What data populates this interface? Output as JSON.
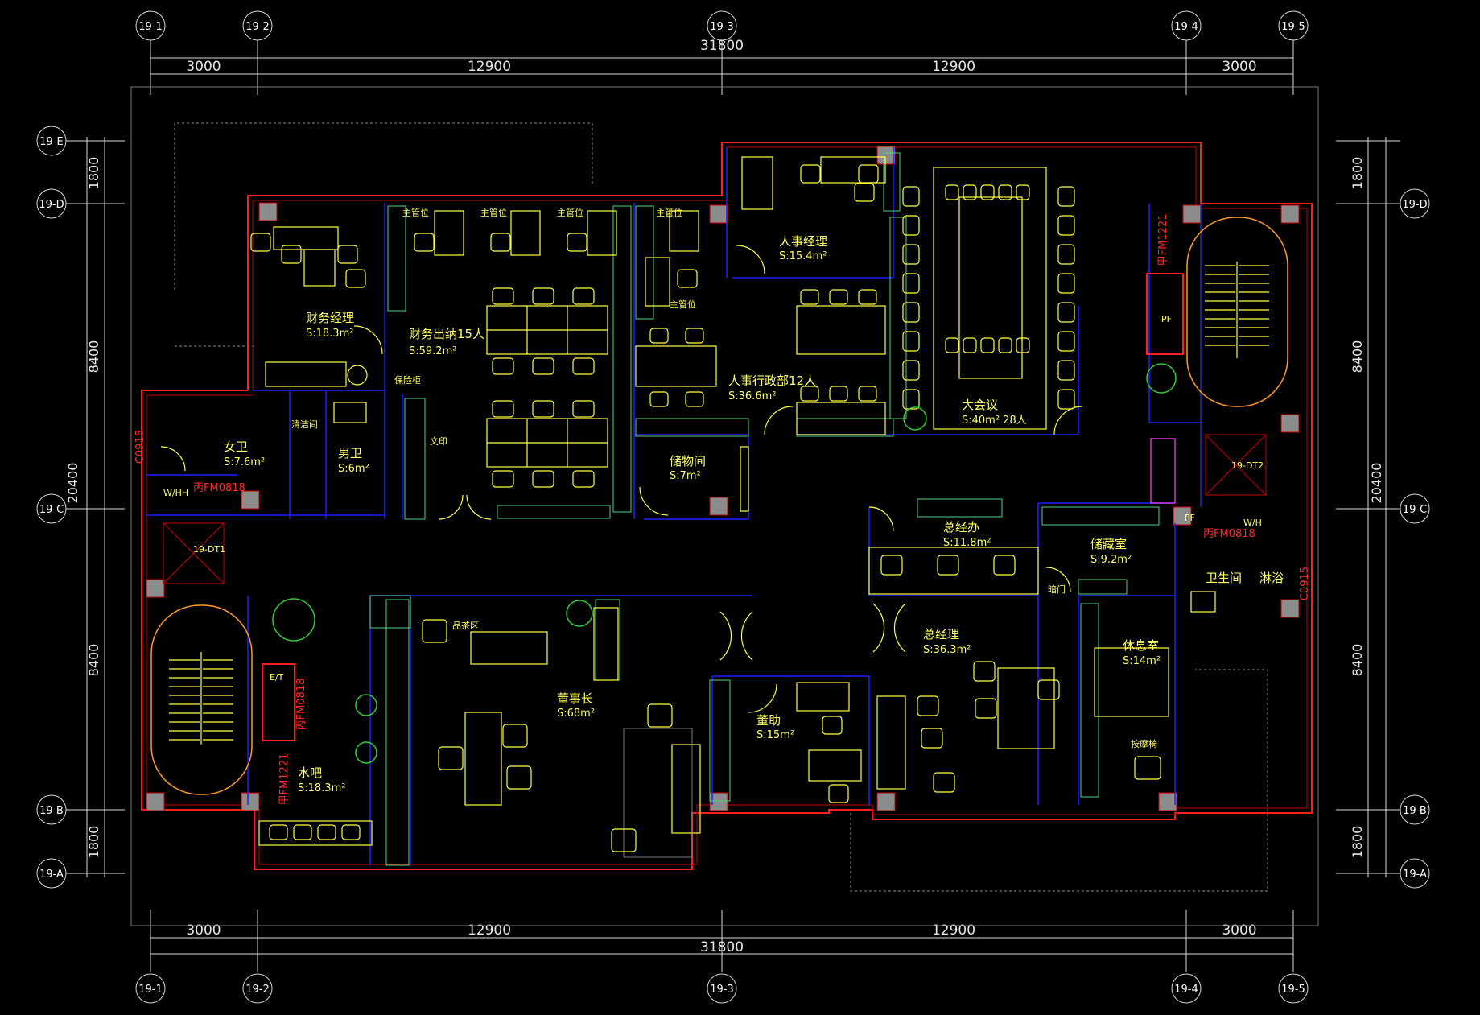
{
  "axes": {
    "columns": [
      "19-1",
      "19-2",
      "19-3",
      "19-4",
      "19-5"
    ],
    "rows_left": [
      "19-E",
      "19-D",
      "19-C",
      "19-B",
      "19-A"
    ],
    "rows_right": [
      "19-D",
      "19-C",
      "19-B",
      "19-A"
    ]
  },
  "dims": {
    "overall": "31800",
    "top": [
      "3000",
      "12900",
      "12900",
      "3000"
    ],
    "bottom": [
      "3000",
      "12900",
      "12900",
      "3000"
    ],
    "left": [
      "1800",
      "8400",
      "8400",
      "1800"
    ],
    "left_total": "20400",
    "right": [
      "1800",
      "8400",
      "8400",
      "1800"
    ],
    "right_total": "20400"
  },
  "rooms": {
    "finance_manager": {
      "name": "财务经理",
      "area": "S:18.3m²"
    },
    "finance_cashier": {
      "name": "财务出纳15人",
      "area": "S:59.2m²"
    },
    "hr_manager": {
      "name": "人事经理",
      "area": "S:15.4m²"
    },
    "hr_admin": {
      "name": "人事行政部12人",
      "area": "S:36.6m²"
    },
    "conference": {
      "name": "大会议",
      "area": "S:40m² 28人"
    },
    "storage": {
      "name": "储物间",
      "area": "S:7m²"
    },
    "womens_wc": {
      "name": "女卫",
      "area": "S:7.6m²"
    },
    "mens_wc": {
      "name": "男卫",
      "area": "S:6m²"
    },
    "gm_office": {
      "name": "总经办",
      "area": "S:11.8m²"
    },
    "store_room": {
      "name": "储藏室",
      "area": "S:9.2m²"
    },
    "bathroom": {
      "name": "卫生间"
    },
    "shower": {
      "name": "淋浴"
    },
    "lounge": {
      "name": "休息室",
      "area": "S:14m²"
    },
    "chairman": {
      "name": "董事长",
      "area": "S:68m²"
    },
    "gm": {
      "name": "总经理",
      "area": "S:36.3m²"
    },
    "assistant": {
      "name": "董助",
      "area": "S:15m²"
    },
    "water_bar": {
      "name": "水吧",
      "area": "S:18.3m²"
    }
  },
  "labels": {
    "supervisor": "主管位",
    "safe": "保险柜",
    "cleaning": "清洁间",
    "print": "文印",
    "tea_area": "品茶区",
    "hidden_door": "暗门",
    "massage_chair": "按摩椅",
    "pf": "PF",
    "et": "E/T",
    "wh": "W/HH",
    "wh2": "W/H",
    "dt1": "19-DT1",
    "dt2": "19-DT2",
    "c0915_left": "C0915",
    "c0915_right": "C0915",
    "fm0818_left": "丙FM0818",
    "fm0818_right": "丙FM0818",
    "fm0818_et": "丙FM0818",
    "fm1221_left": "甲FM1221",
    "fm1221_right": "甲FM1221"
  },
  "colors": {
    "background": "#000000",
    "wall": "#ff1e1e",
    "text": "#ffff66",
    "dimension": "#e6e6e6",
    "partition": "#2020ff"
  }
}
